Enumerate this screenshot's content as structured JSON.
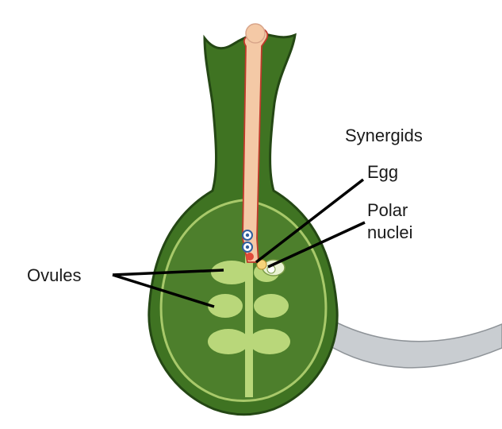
{
  "labels": {
    "synergids": "Synergids",
    "egg": "Egg",
    "polar_line1": "Polar",
    "polar_line2": "nuclei",
    "ovules": "Ovules"
  },
  "colors": {
    "pistil_dark": "#3a6b1e",
    "pistil_outline": "#244714",
    "ovary_inner": "#4a7a2a",
    "ovule_light": "#b9d77a",
    "pollen_tube": "#f4c9a6",
    "pollen_tube_edge": "#c0392b",
    "nucleus_blue": "#2f5f9e",
    "pointer_gray": "#c9cdd1",
    "leader_line": "#000000"
  }
}
